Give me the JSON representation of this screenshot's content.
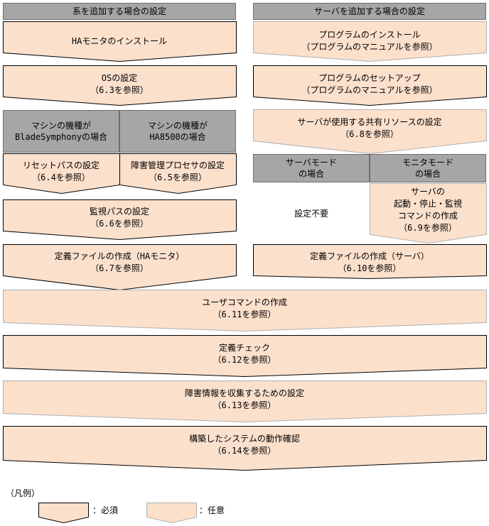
{
  "left_column": {
    "header": "系を追加する場合の設定",
    "steps": [
      {
        "label": "HAモニタのインストール",
        "kind": "required"
      },
      {
        "label": "OSの設定\n（6.3を参照）",
        "kind": "required"
      }
    ],
    "branch_headers": [
      "マシンの機種が\nBladeSymphonyの場合",
      "マシンの機種が\nHA8500の場合"
    ],
    "branch_steps": [
      {
        "label": "リセットパスの設定\n（6.4を参照）",
        "kind": "required"
      },
      {
        "label": "障害管理プロセサの設定\n（6.5を参照）",
        "kind": "required"
      }
    ],
    "steps_after": [
      {
        "label": "監視パスの設定\n（6.6を参照）",
        "kind": "required"
      },
      {
        "label": "定義ファイルの作成（HAモニタ）\n（6.7を参照）",
        "kind": "required"
      }
    ]
  },
  "right_column": {
    "header": "サーバを追加する場合の設定",
    "steps": [
      {
        "label": "プログラムのインストール\n（プログラムのマニュアルを参照）",
        "kind": "optional"
      },
      {
        "label": "プログラムのセットアップ\n（プログラムのマニュアルを参照）",
        "kind": "required"
      },
      {
        "label": "サーバが使用する共有リソースの設定\n（6.8を参照）",
        "kind": "optional"
      }
    ],
    "branch_headers": [
      "サーバモード\nの場合",
      "モニタモード\nの場合"
    ],
    "no_setting": "設定不要",
    "monitor_step": {
      "label": "サーバの\n起動・停止・監視\nコマンドの作成\n（6.9を参照）",
      "kind": "optional"
    },
    "final_step": {
      "label": "定義ファイルの作成（サーバ）\n（6.10を参照）",
      "kind": "required"
    }
  },
  "common_steps": [
    {
      "label": "ユーザコマンドの作成\n（6.11を参照）",
      "kind": "optional"
    },
    {
      "label": "定義チェック\n（6.12を参照）",
      "kind": "required"
    },
    {
      "label": "障害情報を収集するための設定\n（6.13を参照）",
      "kind": "optional"
    },
    {
      "label": "構築したシステムの動作確認\n（6.14を参照）",
      "kind": "required"
    }
  ],
  "legend": {
    "title": "（凡例）",
    "required": "：必須",
    "optional": "：任意"
  },
  "colors": {
    "box_fill": "#fbe0cc",
    "header_fill": "#a6a6a6",
    "required_border": "#000000",
    "optional_border": "#b0b0b0"
  }
}
